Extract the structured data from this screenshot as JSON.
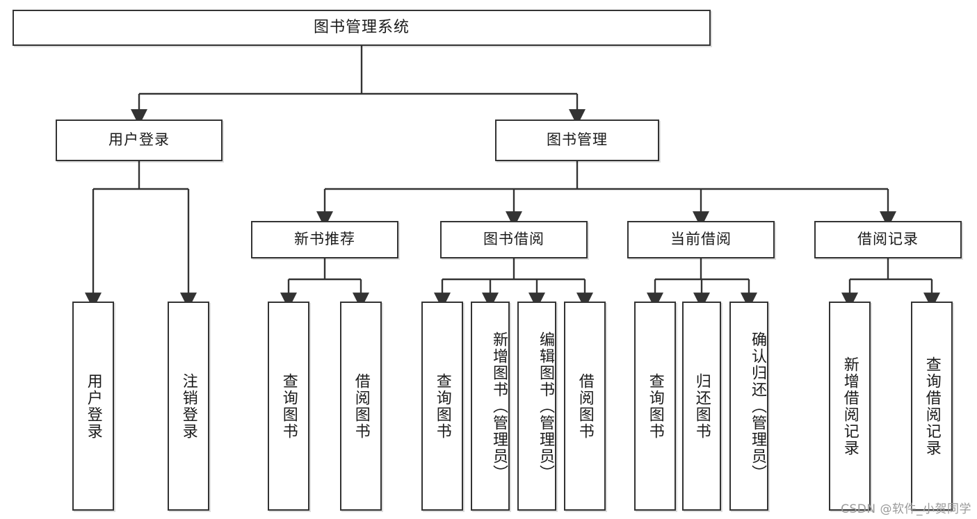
{
  "diagram": {
    "type": "tree",
    "title": "图书管理系统",
    "style": {
      "box_border_color": "#333333",
      "box_fill_color": "#ffffff",
      "line_color": "#333333",
      "text_color": "#1a1a1a",
      "background_color": "#ffffff"
    },
    "levels": [
      {
        "level": 1,
        "nodes": [
          {
            "id": "root",
            "label": "图书管理系统",
            "orientation": "horizontal"
          }
        ]
      },
      {
        "level": 2,
        "nodes": [
          {
            "id": "login",
            "label": "用户登录",
            "orientation": "horizontal",
            "parent": "root"
          },
          {
            "id": "bookmgmt",
            "label": "图书管理",
            "orientation": "horizontal",
            "parent": "root"
          }
        ]
      },
      {
        "level": 3,
        "nodes": [
          {
            "id": "newbook",
            "label": "新书推荐",
            "orientation": "horizontal",
            "parent": "bookmgmt"
          },
          {
            "id": "borrow",
            "label": "图书借阅",
            "orientation": "horizontal",
            "parent": "bookmgmt"
          },
          {
            "id": "current",
            "label": "当前借阅",
            "orientation": "horizontal",
            "parent": "bookmgmt"
          },
          {
            "id": "records",
            "label": "借阅记录",
            "orientation": "horizontal",
            "parent": "bookmgmt"
          }
        ]
      },
      {
        "level": 4,
        "nodes": [
          {
            "id": "leaf1",
            "label": "用户登录",
            "orientation": "vertical",
            "parent": "login"
          },
          {
            "id": "leaf2",
            "label": "注销登录",
            "orientation": "vertical",
            "parent": "login"
          },
          {
            "id": "leaf3",
            "label": "查询图书",
            "orientation": "vertical",
            "parent": "newbook"
          },
          {
            "id": "leaf4",
            "label": "借阅图书",
            "orientation": "vertical",
            "parent": "newbook"
          },
          {
            "id": "leaf5",
            "label": "查询图书",
            "orientation": "vertical",
            "parent": "borrow"
          },
          {
            "id": "leaf6",
            "label": "新增图书（管理员）",
            "orientation": "vertical",
            "parent": "borrow"
          },
          {
            "id": "leaf7",
            "label": "编辑图书（管理员）",
            "orientation": "vertical",
            "parent": "borrow"
          },
          {
            "id": "leaf8",
            "label": "借阅图书",
            "orientation": "vertical",
            "parent": "borrow"
          },
          {
            "id": "leaf9",
            "label": "查询图书",
            "orientation": "vertical",
            "parent": "current"
          },
          {
            "id": "leaf10",
            "label": "归还图书",
            "orientation": "vertical",
            "parent": "current"
          },
          {
            "id": "leaf11",
            "label": "确认归还（管理员）",
            "orientation": "vertical",
            "parent": "current"
          },
          {
            "id": "leaf12",
            "label": "新增借阅记录",
            "orientation": "vertical",
            "parent": "records"
          },
          {
            "id": "leaf13",
            "label": "查询借阅记录",
            "orientation": "vertical",
            "parent": "records"
          }
        ]
      }
    ]
  },
  "watermark": {
    "text": "CSDN @软件_小贺同学"
  }
}
